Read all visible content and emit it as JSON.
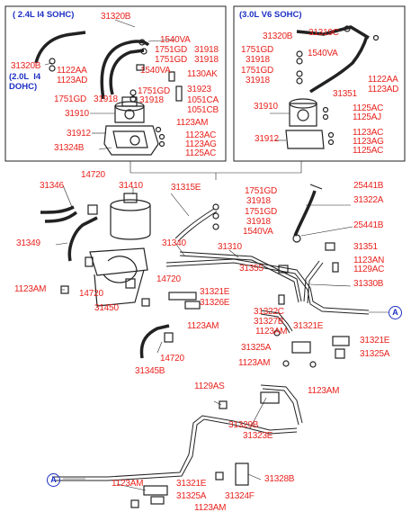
{
  "headers": {
    "left_engine": "( 2.4L  I4  SOHC)",
    "right_engine": "(3.0L  V6  SOHC)",
    "left_sub": "(2.0L  I4\nDOHC)"
  },
  "markers": {
    "a_right": "A",
    "a_left": "A"
  },
  "labels": {
    "p31320B_top": "31320B",
    "p1540VA_a": "1540VA",
    "p1751GD_a": "1751GD",
    "p31918_a": "31918",
    "p1751GD_b": "1751GD",
    "p31918_b": "31918",
    "p1540VA_b": "1540VA",
    "p1130AK": "1130AK",
    "p31923": "31923",
    "p1051CA": "1051CA",
    "p1051CB": "1051CB",
    "p1751GD_c": "1751GD",
    "p31918_c": "31918",
    "p31320B_left": "31320B",
    "p1122AA_l": "1122AA",
    "p1123AD_l": "1123AD",
    "p1751GD_d": "1751GD",
    "p31918_d": "31918",
    "p31910_l": "31910",
    "p1123AM_a": "1123AM",
    "p31912_l": "31912",
    "p31324B": "31324B",
    "p1123AC_l": "1123AC",
    "p1123AG_l": "1123AG",
    "p1125AC_l": "1125AC",
    "p31320B_r": "31320B",
    "p31319C": "31319C",
    "p1751GD_r1": "1751GD",
    "p31918_r1": "31918",
    "p1540VA_r": "1540VA",
    "p1751GD_r2": "1751GD",
    "p31918_r2": "31918",
    "p1122AA_r": "1122AA",
    "p1123AD_r": "1123AD",
    "p31351_r": "31351",
    "p31910_r": "31910",
    "p1125AC_r": "1125AC",
    "p1125AJ_r": "1125AJ",
    "p31912_r": "31912",
    "p1123AC_r": "1123AC",
    "p1123AG_r": "1123AG",
    "p1125AC_r2": "1125AC",
    "p14720_a": "14720",
    "p31346": "31346",
    "p31410": "31410",
    "p31315E": "31315E",
    "p1751GD_m1": "1751GD",
    "p31918_m1": "31918",
    "p1751GD_m2": "1751GD",
    "p31918_m2": "31918",
    "p1540VA_m": "1540VA",
    "p25441B_a": "25441B",
    "p31322A": "31322A",
    "p25441B_b": "25441B",
    "p31349": "31349",
    "p31340": "31340",
    "p31310": "31310",
    "p31351_m": "31351",
    "p1123AN": "1123AN",
    "p1129AC_a": "1129AC",
    "p31355": "31355",
    "p31330B": "31330B",
    "p1123AM_b": "1123AM",
    "p14720_b": "14720",
    "p14720_c": "14720",
    "p31321E_a": "31321E",
    "p31326E": "31326E",
    "p31450": "31450",
    "p31322C": "31322C",
    "p31327B": "31327B",
    "p31321E_b": "31321E",
    "p1123AM_c": "1123AM",
    "p1123AM_d": "1123AM",
    "p31321E_c": "31321E",
    "p31325A_a": "31325A",
    "p31325A_b": "31325A",
    "p14720_d": "14720",
    "p31345B": "31345B",
    "p1123AM_e": "1123AM",
    "p1123AM_f": "1123AM",
    "p1129AS": "1129AS",
    "p31329B": "31329B",
    "p31323E": "31323E",
    "p1123AM_g": "1123AM",
    "p31321E_d": "31321E",
    "p31325A_c": "31325A",
    "p31324F": "31324F",
    "p31328B": "31328B",
    "p1123AM_h": "1123AM"
  }
}
